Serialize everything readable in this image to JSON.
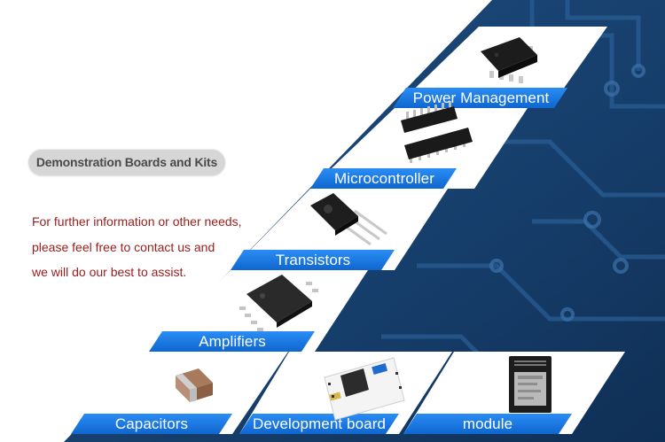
{
  "header": {
    "pill_label": "Demonstration Boards and Kits"
  },
  "contact": {
    "lines": [
      "For further information or other needs,",
      "please feel free to contact us and",
      "we will do our best to assist."
    ]
  },
  "categories": {
    "power_management": "Power Management",
    "microcontroller": "Microcontroller",
    "transistors": "Transistors",
    "amplifiers": "Amplifiers",
    "capacitors": "Capacitors",
    "development_board": "Development board",
    "module": "module"
  },
  "icons": {
    "power_management": "soic-chip-icon",
    "microcontroller": "dip-chip-icon",
    "transistors": "to247-transistor-icon",
    "amplifiers": "msop-chip-icon",
    "capacitors": "smd-capacitor-icon",
    "development_board": "dev-board-icon",
    "module": "wifi-module-icon"
  },
  "colors": {
    "label_blue": "#1779e6",
    "panel_dark_blue": "#16406e",
    "contact_text": "#9b1c1c",
    "pill_bg": "#d6d6d6"
  }
}
